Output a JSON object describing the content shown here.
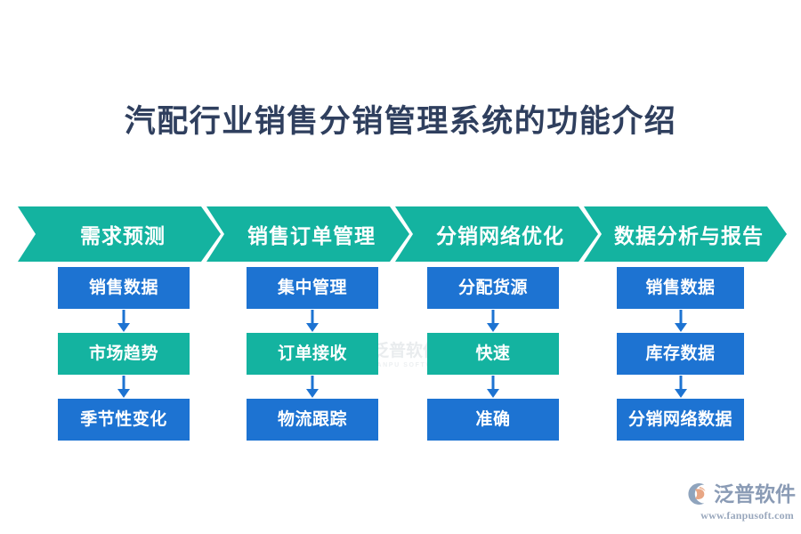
{
  "page": {
    "title": "汽配行业销售分销管理系统的功能介绍",
    "background_color": "#ffffff",
    "title_color": "#2f3f5e"
  },
  "colors": {
    "teal": "#14b3a0",
    "blue": "#1d73d2",
    "arrow": "#1d73d2",
    "title": "#2f3f5e",
    "watermark": "#b9c3c9",
    "logo_text": "#8a9bb5",
    "logo_mark_blue": "#8fa4bd",
    "logo_mark_orange": "#e8a684"
  },
  "banner": {
    "steps": [
      {
        "label": "需求预测",
        "color": "#14b3a0"
      },
      {
        "label": "销售订单管理",
        "color": "#14b3a0"
      },
      {
        "label": "分销网络优化",
        "color": "#14b3a0"
      },
      {
        "label": "数据分析与报告",
        "color": "#14b3a0"
      }
    ]
  },
  "columns": [
    {
      "step": "需求预测",
      "nodes": [
        {
          "label": "销售数据",
          "color": "blue"
        },
        {
          "label": "市场趋势",
          "color": "teal"
        },
        {
          "label": "季节性变化",
          "color": "blue"
        }
      ]
    },
    {
      "step": "销售订单管理",
      "nodes": [
        {
          "label": "集中管理",
          "color": "blue"
        },
        {
          "label": "订单接收",
          "color": "teal"
        },
        {
          "label": "物流跟踪",
          "color": "blue"
        }
      ]
    },
    {
      "step": "分销网络优化",
      "nodes": [
        {
          "label": "分配货源",
          "color": "blue"
        },
        {
          "label": "快速",
          "color": "teal"
        },
        {
          "label": "准确",
          "color": "blue"
        }
      ]
    },
    {
      "step": "数据分析与报告",
      "nodes": [
        {
          "label": "销售数据",
          "color": "blue"
        },
        {
          "label": "库存数据",
          "color": "blue"
        },
        {
          "label": "分销网络数据",
          "color": "blue"
        }
      ]
    }
  ],
  "watermark": {
    "cn": "泛普软件",
    "en": "FANPU SOFTWARE"
  },
  "logo": {
    "cn": "泛普软件",
    "url": "www.fanpusoft.com"
  }
}
